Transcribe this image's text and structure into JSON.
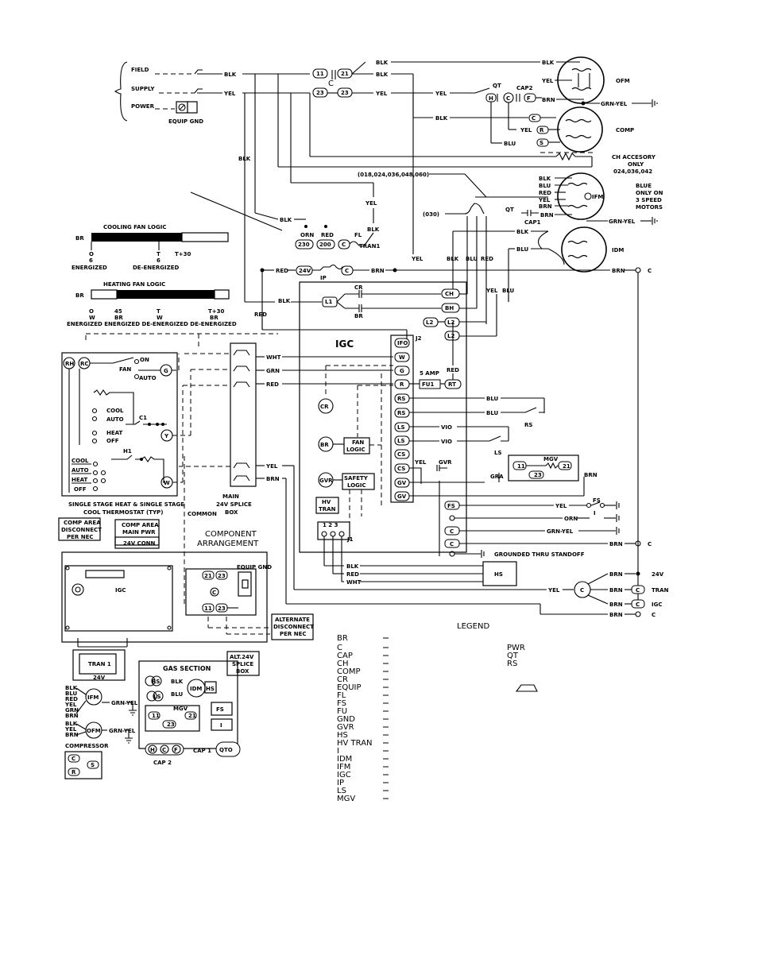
{
  "supply": {
    "field": "FIELD",
    "supply": "SUPPLY",
    "power": "POWER",
    "equip_gnd": "EQUIP GND"
  },
  "wires": {
    "blk": "BLK",
    "yel": "YEL",
    "red": "RED",
    "brn": "BRN",
    "blu": "BLU",
    "grn": "GRN",
    "wht": "WHT",
    "vio": "VIO",
    "gra": "GRA",
    "orn": "ORN",
    "grn_yel": "GRN-YEL"
  },
  "terminals": {
    "t11": "11",
    "t21": "21",
    "t23a": "23",
    "t23b": "23",
    "c": "C",
    "t230": "230",
    "t200": "200",
    "c2": "C",
    "t24v": "24V",
    "c3": "C",
    "l1": "L1",
    "l2a": "L2",
    "l2b": "L2",
    "l2c": "L2",
    "ch": "CH",
    "bh": "BH",
    "ifo": "IFO",
    "w": "W",
    "g": "G",
    "r": "R",
    "rs1": "RS",
    "rs2": "RS",
    "ls1": "LS",
    "ls2": "LS",
    "cs1": "CS",
    "cs2": "CS",
    "gv1": "GV",
    "gv2": "GV",
    "fs": "FS",
    "cc1": "C",
    "cc2": "C",
    "fu1": "FU1",
    "rt": "RT",
    "h": "H",
    "cap_c": "C",
    "f": "F",
    "comp_c": "C",
    "comp_r": "R",
    "comp_s": "S"
  },
  "motors": {
    "ofm": "OFM",
    "comp": "COMP",
    "ifm": "IFM",
    "idm": "IDM",
    "ifm_note": [
      "BLUE",
      "ONLY ON",
      "3 SPEED",
      "MOTORS"
    ]
  },
  "labels": {
    "qt": "QT",
    "cap2": "CAP2",
    "cap1": "CAP1",
    "tran1": "TRAN1",
    "fl": "FL",
    "ip": "IP",
    "cr": "CR",
    "br": "BR",
    "ch_acc": [
      "CH ACCESORY",
      "ONLY",
      "024,036,042"
    ],
    "models_a": "(018,024,036,048,060)",
    "models_b": "(030)",
    "igc": "IGC",
    "j2": "J2",
    "j1": "J1",
    "j1_pins": "1 2 3",
    "fuse": "5 AMP",
    "fan_logic": [
      "FAN",
      "LOGIC"
    ],
    "safety_logic": [
      "SAFETY",
      "LOGIC"
    ],
    "hv_tran": [
      "HV",
      "TRAN"
    ],
    "gvr": "GVR",
    "mgv": "MGV",
    "rs": "RS",
    "ls": "LS",
    "fs": "FS",
    "i": "I",
    "hs": "HS",
    "grounded": "GROUNDED THRU STANDOFF",
    "c_term": "C",
    "v24": "24V",
    "tran": "TRAN",
    "igc_r": "IGC",
    "c_r": "C"
  },
  "cooling_fan_logic": {
    "title": "COOLING FAN LOGIC",
    "br": "BR",
    "t": "T",
    "t30": "T+30",
    "o": "O",
    "six_a": "6",
    "six_b": "6",
    "energized": "ENERGIZED",
    "de_energized": "DE-ENERGIZED"
  },
  "heating_fan_logic": {
    "title": "HEATING FAN LOGIC",
    "br": "BR",
    "o": "O",
    "n45": "45",
    "t": "T",
    "t30": "T+30",
    "w1": "W",
    "br2": "BR",
    "w2": "W",
    "br3": "BR",
    "states": "ENERGIZED ENERGIZED DE-ENERGIZED DE-ENERGIZED"
  },
  "thermostat": {
    "rh": "RH",
    "rc": "RC",
    "fan": "FAN",
    "on": "ON",
    "auto": "AUTO",
    "g": "G",
    "y": "Y",
    "w": "W",
    "cool": "COOL",
    "auto2": "AUTO",
    "heat": "HEAT",
    "off": "OFF",
    "c1": "C1",
    "h1": "H1",
    "cool2": "COOL",
    "auto3": "AUTO",
    "heat2": "HEAT",
    "off2": "OFF",
    "caption": [
      "SINGLE STAGE HEAT & SINGLE STAGE",
      "COOL THERMOSTAT (TYP)"
    ]
  },
  "splice": {
    "main": [
      "MAIN",
      "24V SPLICE",
      "BOX"
    ],
    "common": "COMMON"
  },
  "component": {
    "title": [
      "COMPONENT",
      "ARRANGEMENT"
    ],
    "comp_area": [
      "COMP AREA",
      "DISCONNECT",
      "PER NEC"
    ],
    "comp_area_main": [
      "COMP AREA",
      "MAIN PWR"
    ],
    "conn": "24V CONN",
    "igc": "IGC",
    "equip_gnd": "EQUIP GND",
    "alt_disc": [
      "ALTERNATE",
      "DISCONNECT",
      "PER NEC"
    ],
    "alt_splice": [
      "ALT.24V",
      "SPLICE",
      "BOX"
    ],
    "tran1": "TRAN 1",
    "v24": "24V",
    "gas_section": "GAS SECTION",
    "rs": "RS",
    "ls": "LS",
    "idm": "IDM",
    "hs": "HS",
    "mgv": "MGV",
    "fs": "FS",
    "i": "I",
    "cap1": "CAP 1",
    "qto": "QTO",
    "cap2": "CAP 2",
    "compressor": "COMPRESSOR",
    "ifm": "IFM",
    "ofm": "OFM",
    "t21": "21",
    "t23": "23",
    "tc": "C",
    "t11": "11",
    "t23b": "23",
    "h": "H",
    "c": "C",
    "f": "F",
    "comp_c": "C",
    "comp_s": "S",
    "comp_r": "R"
  },
  "legend": {
    "title": "LEGEND",
    "codes": [
      "BR",
      "C",
      "CAP",
      "CH",
      "COMP",
      "CR",
      "EQUIP",
      "FL",
      "FS",
      "FU",
      "GND",
      "GVR",
      "HS",
      "HV TRAN",
      "I",
      "IDM",
      "IFM",
      "IGC",
      "IP",
      "LS",
      "MGV"
    ],
    "right_codes": [
      "PWR",
      "QT",
      "RS"
    ],
    "dash": "—"
  }
}
